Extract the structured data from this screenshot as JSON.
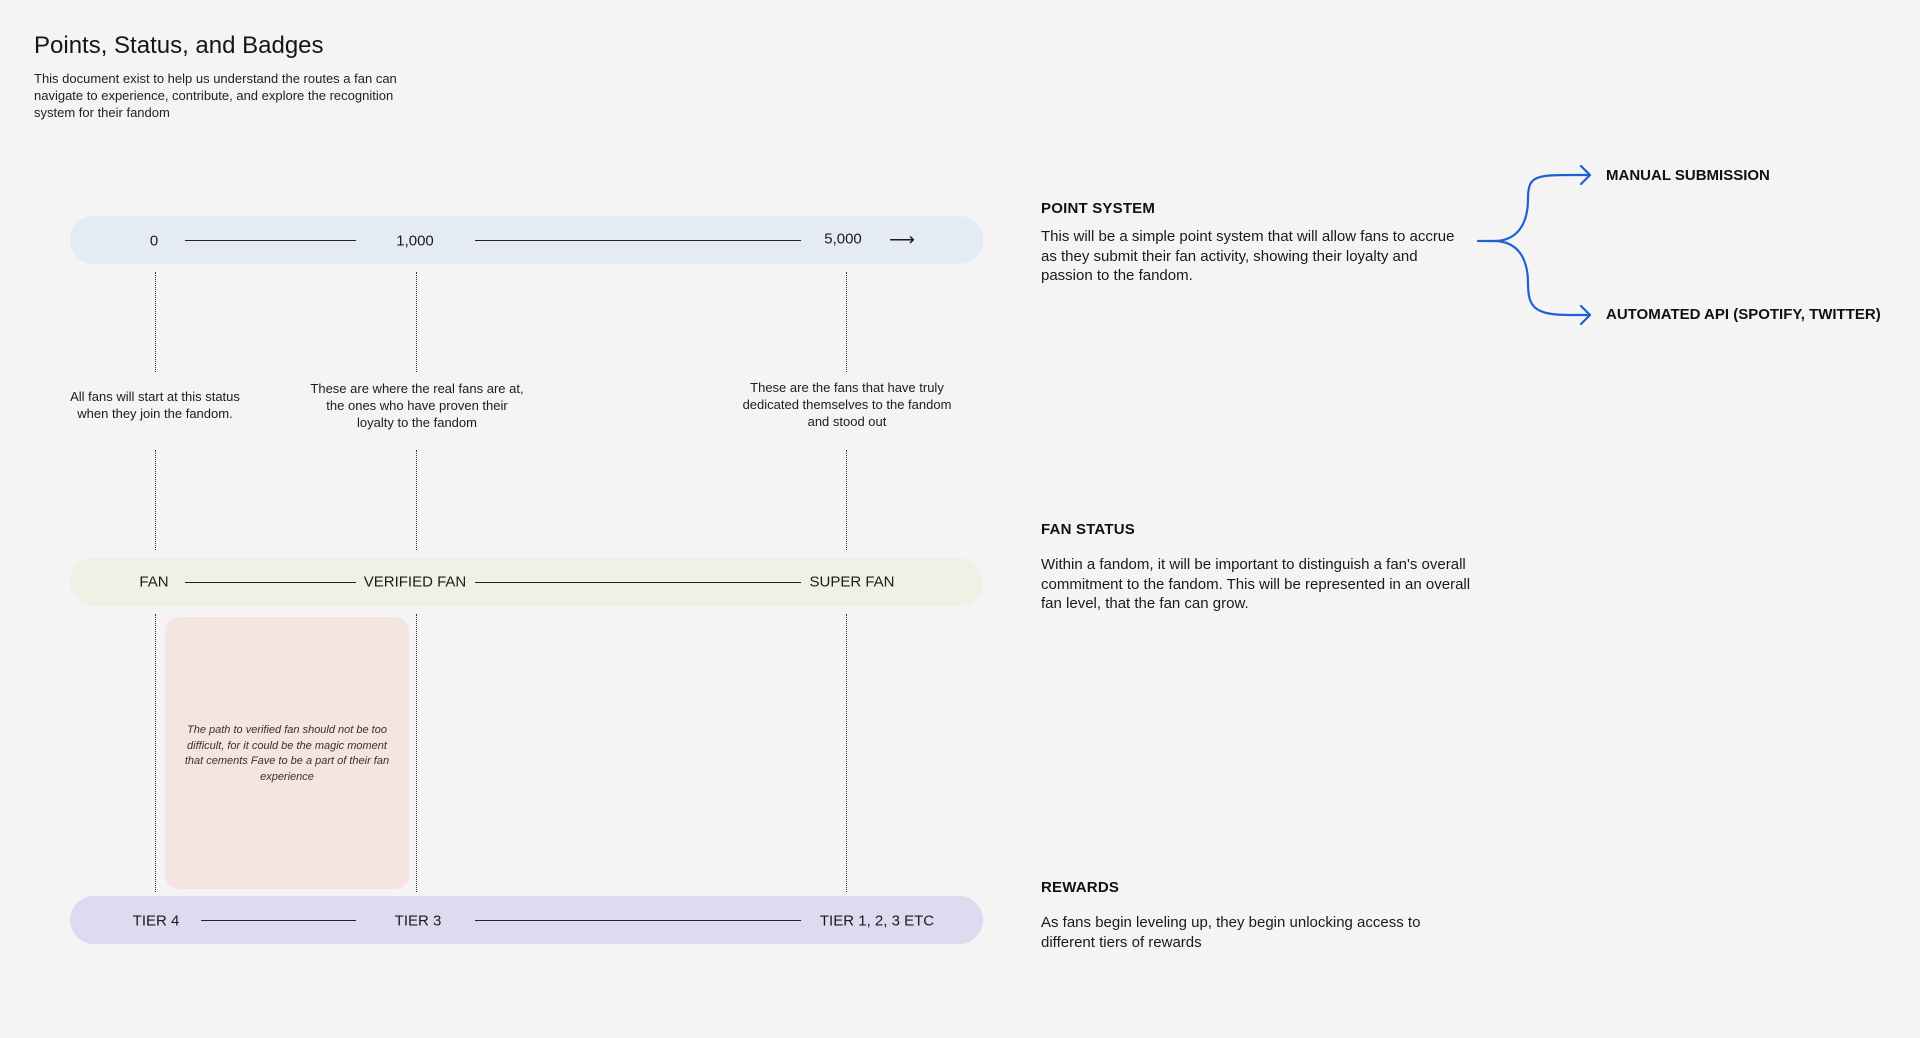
{
  "header": {
    "title": "Points, Status, and Badges",
    "description": "This document exist to help us understand the routes a fan can navigate to experience, contribute, and explore the recognition system for their fandom"
  },
  "points_bar": {
    "p0": "0",
    "p1": "1,000",
    "p2": "5,000",
    "arrow": "⟶"
  },
  "notes": {
    "fan": "All fans will start at this status when they join the fandom.",
    "verified": "These are where the real fans are at, the ones who have proven their loyalty to the fandom",
    "super": "These are the fans that have truly dedicated themselves to the fandom and stood out"
  },
  "status_bar": {
    "s0": "FAN",
    "s1": "VERIFIED FAN",
    "s2": "SUPER FAN"
  },
  "callout": {
    "text": "The path to verified fan should not be too difficult, for it could be the magic moment that cements Fave to be a part of their fan experience"
  },
  "tier_bar": {
    "t0": "TIER 4",
    "t1": "TIER 3",
    "t2": "TIER 1, 2, 3 ETC"
  },
  "sections": {
    "point_system": {
      "heading": "POINT SYSTEM",
      "body": "This will be a simple point system that will allow fans to accrue as they submit their fan activity, showing their loyalty and passion to the fandom."
    },
    "fan_status": {
      "heading": "FAN STATUS",
      "body": "Within a fandom, it will be important to distinguish a fan's overall commitment to the fandom. This will be represented in an overall fan level, that the fan can grow."
    },
    "rewards": {
      "heading": "REWARDS",
      "body": "As fans begin leveling up, they begin unlocking access to different tiers of rewards"
    }
  },
  "branches": {
    "manual": "MANUAL SUBMISSION",
    "automated": "AUTOMATED API (SPOTIFY, TWITTER)"
  },
  "colors": {
    "points_bar": "#e4ebf4",
    "status_bar": "#f1f0e5",
    "tier_bar": "#dedbf1",
    "callout_card": "#f5e4e0",
    "branch_arrow": "#1f5fd6"
  }
}
